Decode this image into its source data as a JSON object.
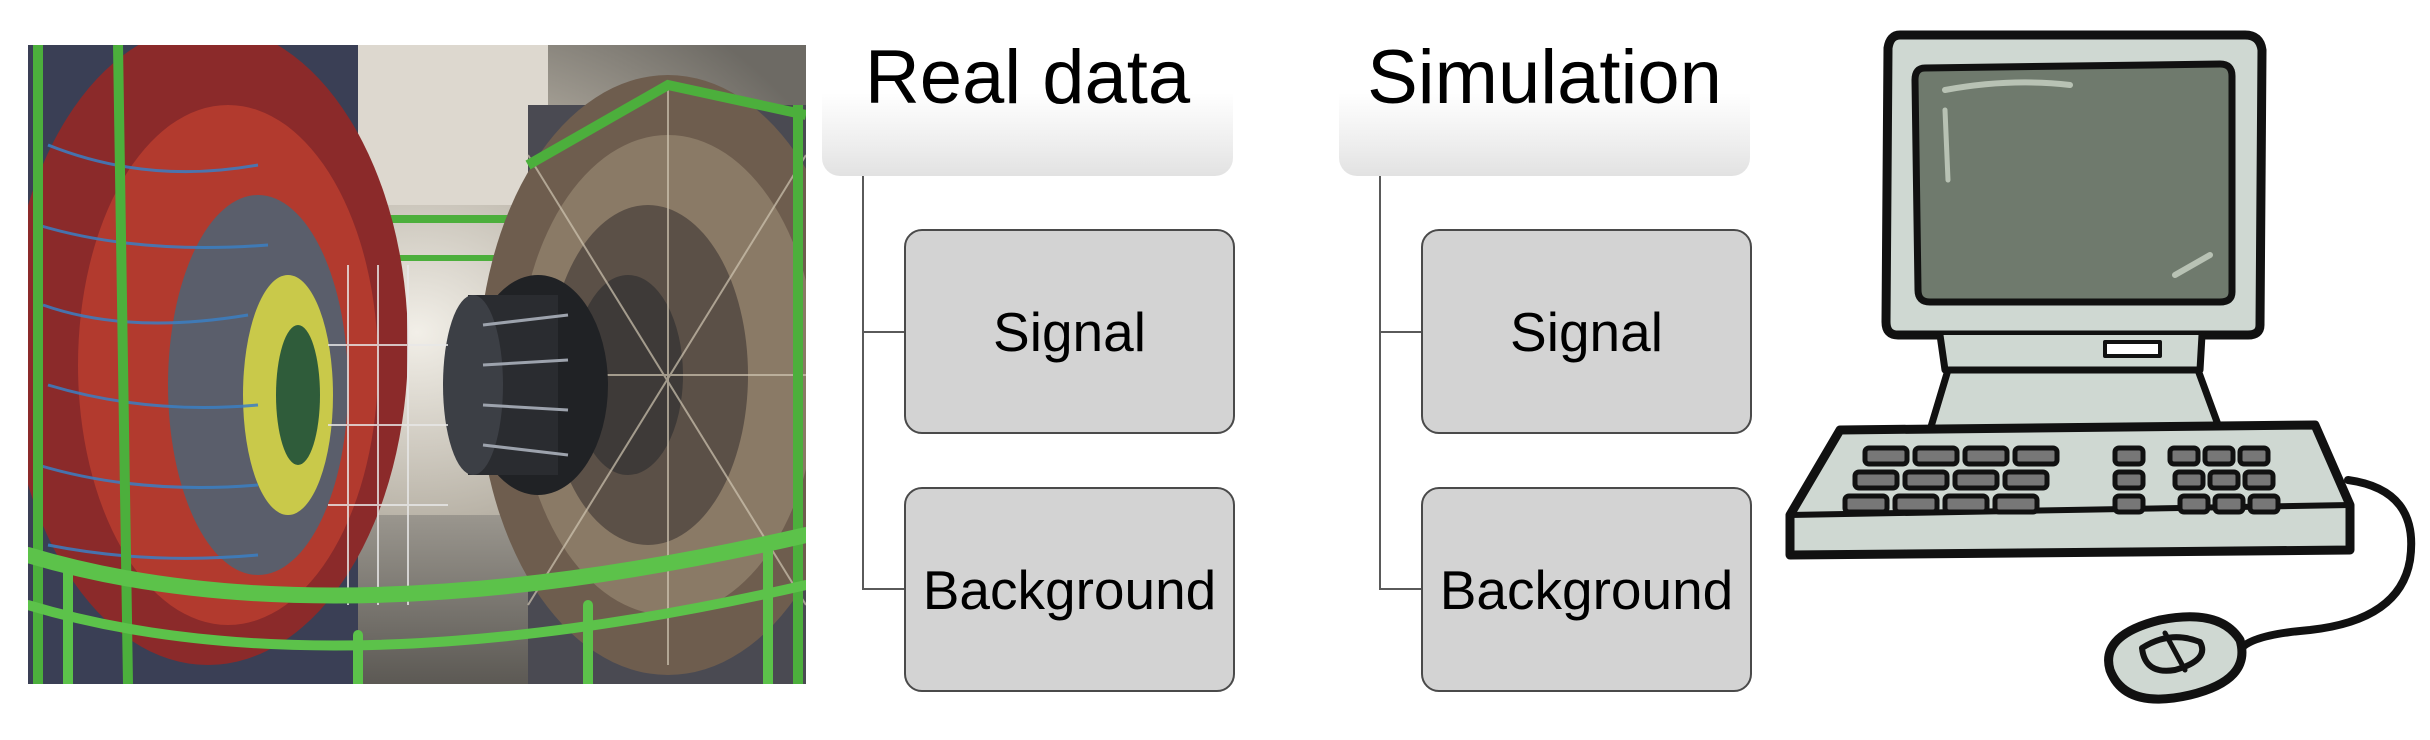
{
  "diagram": {
    "left_group": {
      "title": "Real data",
      "children": [
        "Signal",
        "Background"
      ]
    },
    "right_group": {
      "title": "Simulation",
      "children": [
        "Signal",
        "Background"
      ]
    }
  },
  "images": {
    "photo": "particle-detector-photo",
    "clipart": "desktop-computer-clipart"
  },
  "colors": {
    "header_gradient_end": "#e2e2e2",
    "box_fill": "#d3d3d3",
    "connector": "#5a5a5a",
    "detector_frame": "#4caf3c",
    "screen": "#6f7a6d"
  }
}
